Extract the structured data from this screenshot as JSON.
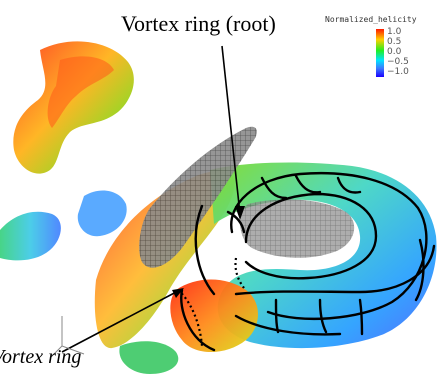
{
  "annotations": {
    "root_label": "Vortex ring (root)",
    "tip_label": "Vortex ring"
  },
  "legend": {
    "title": "Normalized_helicity",
    "ticks": [
      "1.0",
      "0.5",
      "0.0",
      "−0.5",
      "−1.0"
    ],
    "colors": {
      "high": "#ff1a00",
      "mid_high": "#ffd000",
      "mid": "#22ee22",
      "mid_low": "#00e5ff",
      "low": "#1a00ff"
    }
  },
  "scene": {
    "wing_mesh_color": "#6f6f6f",
    "vortex_surface_icon": "helicity-isosurface"
  }
}
